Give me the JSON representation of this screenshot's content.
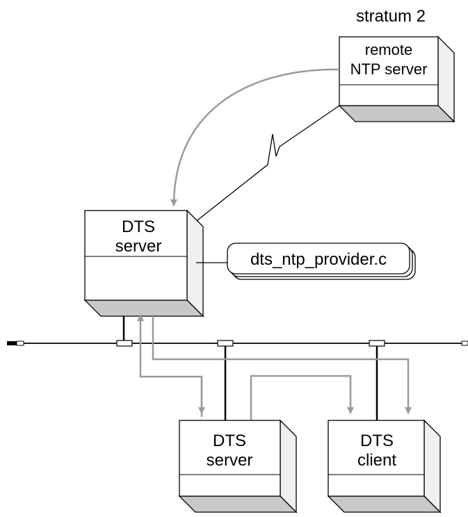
{
  "remote_server": {
    "stratum": "stratum 2",
    "line1": "remote",
    "line2": "NTP server"
  },
  "main_server": {
    "line1": "DTS",
    "line2": "server"
  },
  "provider": {
    "label": "dts_ntp_provider.c"
  },
  "lan_server": {
    "line1": "DTS",
    "line2": "server"
  },
  "lan_client": {
    "line1": "DTS",
    "line2": "client"
  },
  "colors": {
    "time_flow": "#9a9a9a",
    "connection": "#000000",
    "box_bottom": "#c8c8c8",
    "box_side": "#f0f0f0"
  }
}
